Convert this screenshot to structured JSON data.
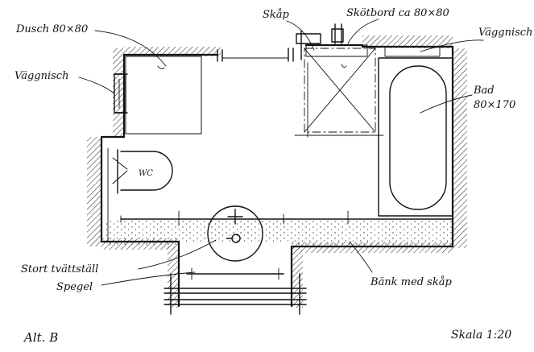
{
  "plan": {
    "labels": {
      "dusch": "Dusch 80×80",
      "vaggnisch_left": "Väggnisch",
      "skap": "Skåp",
      "skotbord": "Skötbord ca 80×80",
      "vaggnisch_right": "Väggnisch",
      "bad": "Bad",
      "bad_size": "80×170",
      "wc": "WC",
      "stort_tvattstall": "Stort tvättställ",
      "spegel": "Spegel",
      "bank_med_skap": "Bänk med skåp",
      "alt": "Alt. B",
      "skala": "Skala 1:20"
    }
  }
}
